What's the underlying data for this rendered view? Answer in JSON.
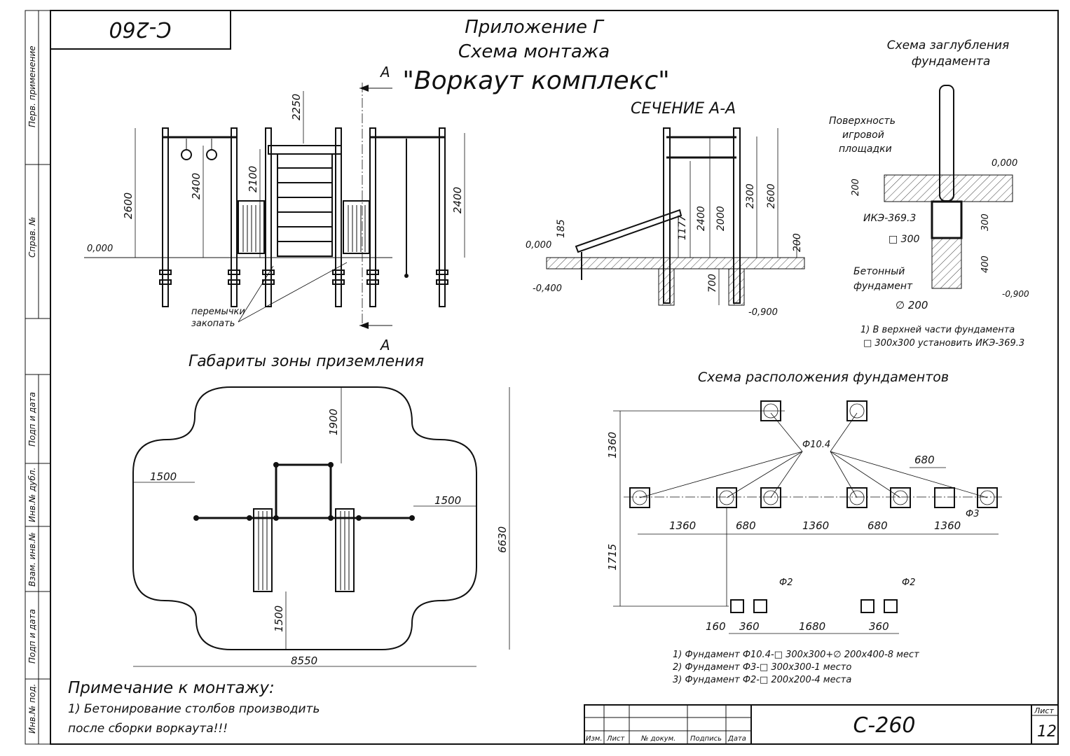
{
  "sheet": {
    "code_top": "С-260",
    "code": "С-260",
    "sheet_label": "Лист",
    "sheet_number": "12"
  },
  "header": {
    "line1": "Приложение Г",
    "line2": "Схема монтажа",
    "title": "\"Воркаут комплекс\"",
    "section_letter": "А"
  },
  "side_stamp": {
    "labels": [
      "Перв. применение",
      "Справ. №",
      "Подп и дата",
      "Инв.№ дубл.",
      "Взам. инв.№",
      "Подп и дата",
      "Инв.№ под."
    ]
  },
  "front_view": {
    "dims": [
      "2250",
      "2600",
      "2400",
      "2100",
      "2400"
    ],
    "level": "0,000",
    "note_line1": "перемычки",
    "note_line2": "закопать",
    "section_arrow": "А"
  },
  "section_aa": {
    "title": "СЕЧЕНИЕ А-А",
    "dims": [
      "185",
      "1177",
      "2400",
      "2000",
      "2300",
      "2600",
      "200",
      "700"
    ],
    "levels": [
      "0,000",
      "-0,400",
      "-0,900"
    ]
  },
  "depth_scheme": {
    "title_line1": "Схема заглубления",
    "title_line2": "фундамента",
    "surface_line1": "Поверхность",
    "surface_line2": "игровой",
    "surface_line3": "площадки",
    "level_top": "0,000",
    "level_bottom": "-0,900",
    "dim_200": "200",
    "dim_300": "300",
    "dim_400": "400",
    "ike": "ИКЭ-369.3",
    "square": "□ 300",
    "concrete_line1": "Бетонный",
    "concrete_line2": "фундамент",
    "diameter": "∅ 200",
    "note_line1": "1) В верхней части фундамента",
    "note_line2": "□ 300x300 установить ИКЭ-369.3"
  },
  "landing_zone": {
    "title": "Габариты зоны приземления",
    "dims": [
      "1900",
      "1500",
      "1500",
      "1500",
      "6630",
      "8550"
    ]
  },
  "foundation_layout": {
    "title": "Схема расположения фундаментов",
    "labels": {
      "f104": "Ф10.4",
      "f3": "Ф3",
      "f2a": "Ф2",
      "f2b": "Ф2"
    },
    "dims_vertical": [
      "1360",
      "1715"
    ],
    "dims_row": [
      "1360",
      "680",
      "1360",
      "680",
      "1360"
    ],
    "dim_680_top": "680",
    "dims_bottom": [
      "160",
      "360",
      "1680",
      "360"
    ],
    "notes": [
      "1) Фундамент Ф10.4-□ 300x300+∅ 200x400-8 мест",
      "2) Фундамент Ф3-□ 300x300-1 место",
      "3) Фундамент Ф2-□ 200x200-4 места"
    ]
  },
  "mount_note": {
    "title": "Примечание к монтажу:",
    "line1": "1) Бетонирование столбов производить",
    "line2": "после сборки воркаута!!!"
  },
  "title_block": {
    "cols": [
      "Изм.",
      "Лист",
      "№ докум.",
      "Подпись",
      "Дата"
    ]
  }
}
